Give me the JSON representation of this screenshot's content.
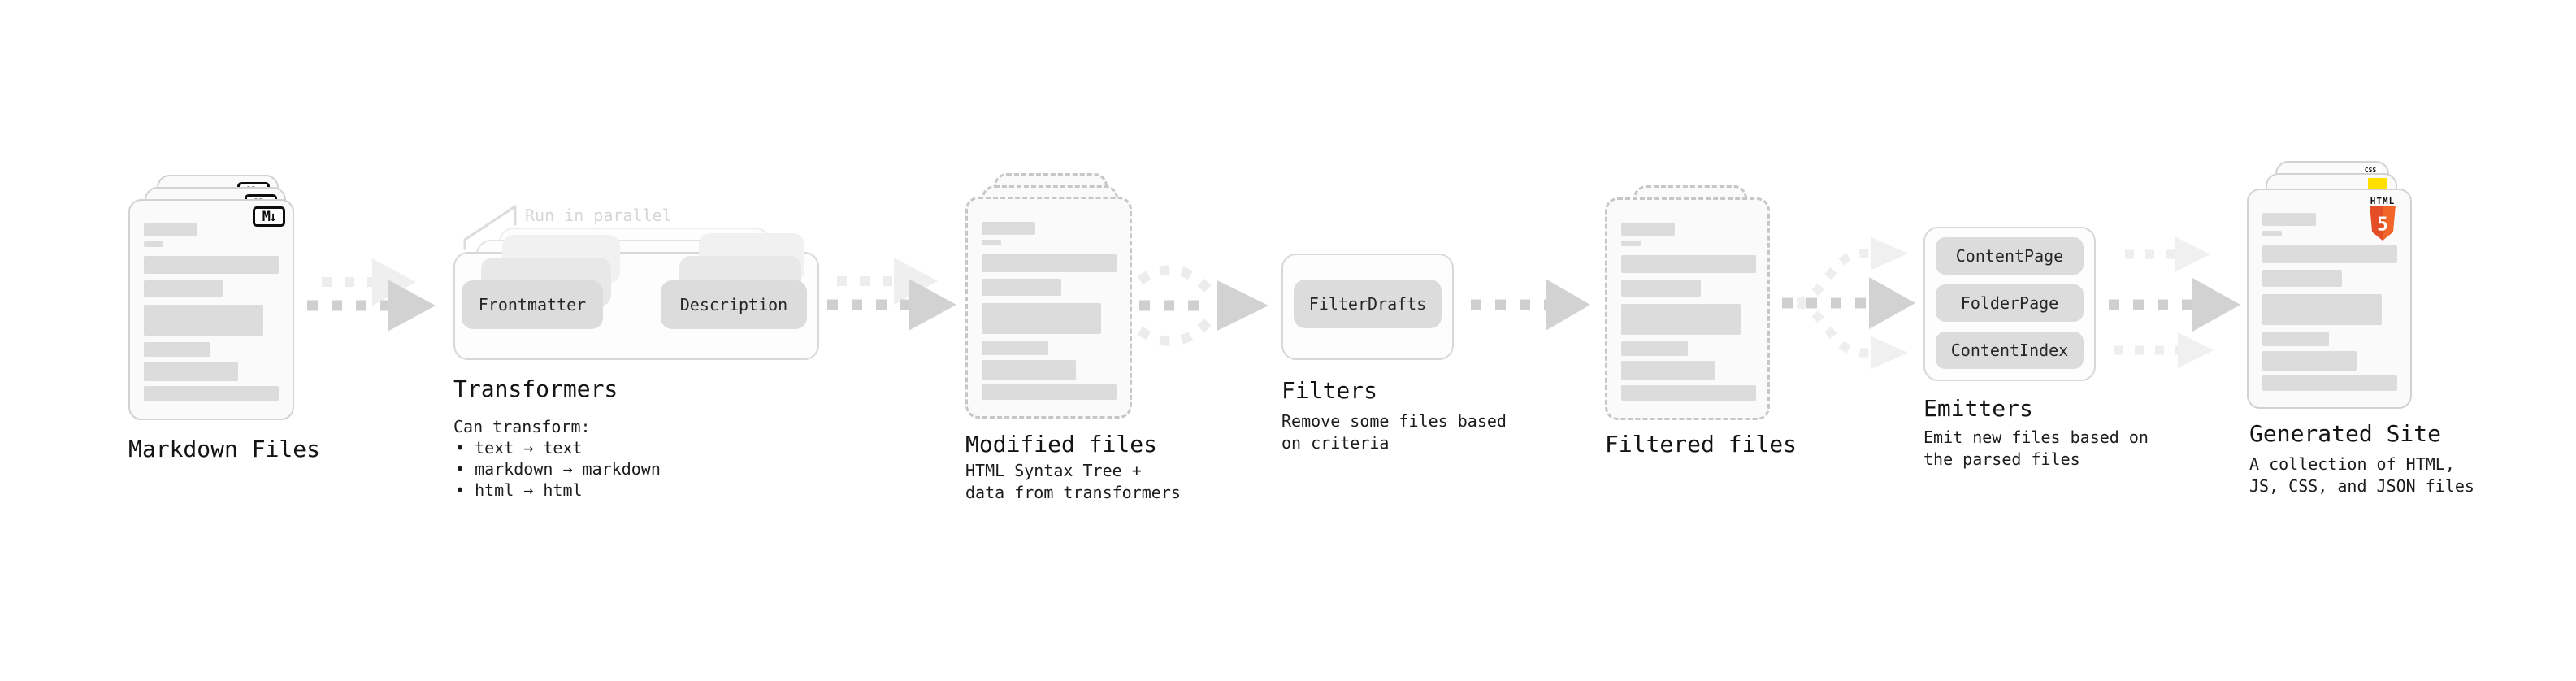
{
  "palette": {
    "background": "#ffffff",
    "card_fill": "#fafafa",
    "placeholder_bar": "#dcdcdc",
    "pill_fill": "#dcdcdc",
    "arrow_gray": "#cfcfcf",
    "arrow_light": "#ececec",
    "css_blue": "#2e63f0",
    "js_yellow": "#ffe000",
    "html5_orange": "#e44d26",
    "html5_orange_light": "#f16529"
  },
  "sections": {
    "markdown_files": {
      "label": "Markdown Files",
      "badge": "M↓"
    },
    "transformers": {
      "label": "Transformers",
      "note": "Run in parallel",
      "pill_left": "Frontmatter",
      "pill_right": "Description",
      "desc_line1": "Can transform:",
      "bullets": [
        "• text → text",
        "• markdown → markdown",
        "• html → html"
      ]
    },
    "modified_files": {
      "label": "Modified files",
      "desc_line1": "HTML Syntax Tree +",
      "desc_line2": "data from transformers"
    },
    "filters": {
      "label": "Filters",
      "pill": "FilterDrafts",
      "desc_line1": "Remove some files based",
      "desc_line2": "on criteria"
    },
    "filtered_files": {
      "label": "Filtered files"
    },
    "emitters": {
      "label": "Emitters",
      "pills": [
        "ContentPage",
        "FolderPage",
        "ContentIndex"
      ],
      "desc_line1": "Emit new files based on",
      "desc_line2": "the parsed files"
    },
    "generated_site": {
      "label": "Generated Site",
      "desc_line1": "A collection of HTML,",
      "desc_line2": "JS, CSS, and JSON files",
      "css_badge": "CSS",
      "html_badge_label": "HTML",
      "html_badge_number": "5"
    }
  }
}
